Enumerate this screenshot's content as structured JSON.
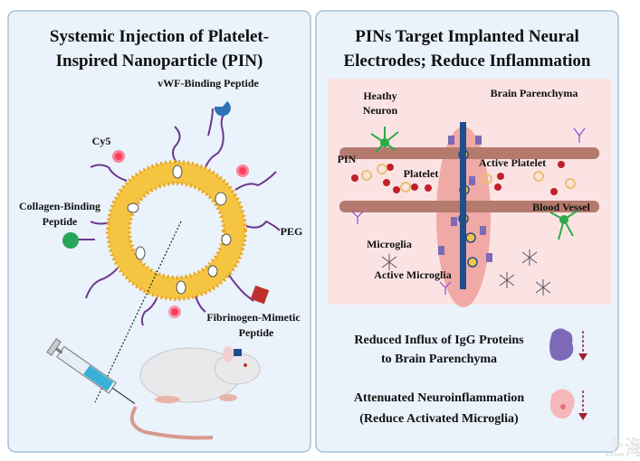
{
  "left_panel": {
    "title_line1": "Systemic Injection of Platelet-",
    "title_line2": "Inspired Nanoparticle (PIN)",
    "labels": {
      "vwf": "vWF-Binding Peptide",
      "cy5": "Cy5",
      "collagen_line1": "Collagen-Binding",
      "collagen_line2": "Peptide",
      "peg": "PEG",
      "fibrinogen_line1": "Fibrinogen-Mimetic",
      "fibrinogen_line2": "Peptide"
    }
  },
  "right_panel": {
    "title_line1": "PINs Target Implanted Neural",
    "title_line2": "Electrodes; Reduce Inflammation",
    "scene_labels": {
      "neuron_line1": "Heathy",
      "neuron_line2": "Neuron",
      "parenchyma": "Brain Parenchyma",
      "pin": "PIN",
      "active_platelet": "Active Platelet",
      "platelet": "Platelet",
      "blood_vessel": "Blood Vessel",
      "microglia": "Microglia",
      "active_microglia": "Active Microglia"
    },
    "outcomes": [
      {
        "line1": "Reduced Influx of IgG Proteins",
        "line2": "to Brain Parenchyma",
        "icon": "igg-protein-icon",
        "trend": "decrease"
      },
      {
        "line1": "Attenuated Neuroinflammation",
        "line2": "(Reduce Activated Microglia)",
        "icon": "activated-microglia-icon",
        "trend": "decrease"
      }
    ]
  },
  "watermark": "上海",
  "colors": {
    "panel_bg": "#eaf2fb",
    "panel_border": "#a9bed6",
    "membrane": "#f5c542",
    "peptide_chain": "#6b3a8c",
    "vwf_peptide": "#2f73b5",
    "collagen_peptide": "#27a55a",
    "fibrinogen_peptide": "#c0302a",
    "cy5": "#ff3b5c",
    "vessel": "#b57a6e",
    "electrode": "#1f4e8c",
    "parenchyma_bg": "#fbe3e3"
  }
}
